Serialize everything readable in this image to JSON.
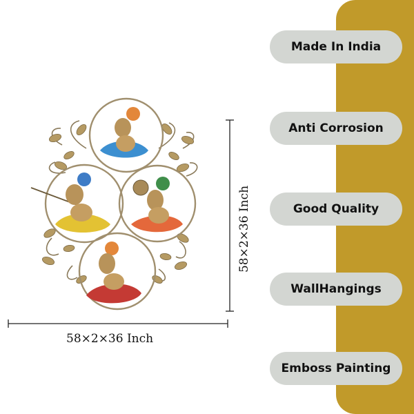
{
  "features": [
    {
      "label": "Made In India"
    },
    {
      "label": "Anti Corrosion"
    },
    {
      "label": "Good Quality"
    },
    {
      "label": "WallHangings"
    },
    {
      "label": "Emboss Painting"
    }
  ],
  "dimensions": {
    "width_label": "58×2×36 Inch",
    "height_label": "58×2×36 Inch"
  },
  "colors": {
    "accent_panel": "#c19a2a",
    "pill_background": "#d3d6d2"
  }
}
